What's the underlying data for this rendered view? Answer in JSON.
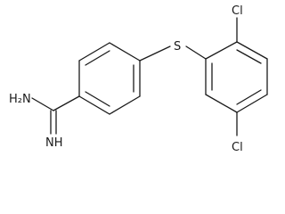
{
  "structure": {
    "atom_labels": {
      "amine": "H₂N",
      "imine": "NH",
      "sulfur": "S",
      "chloro_top": "Cl",
      "chloro_bottom": "Cl"
    }
  }
}
